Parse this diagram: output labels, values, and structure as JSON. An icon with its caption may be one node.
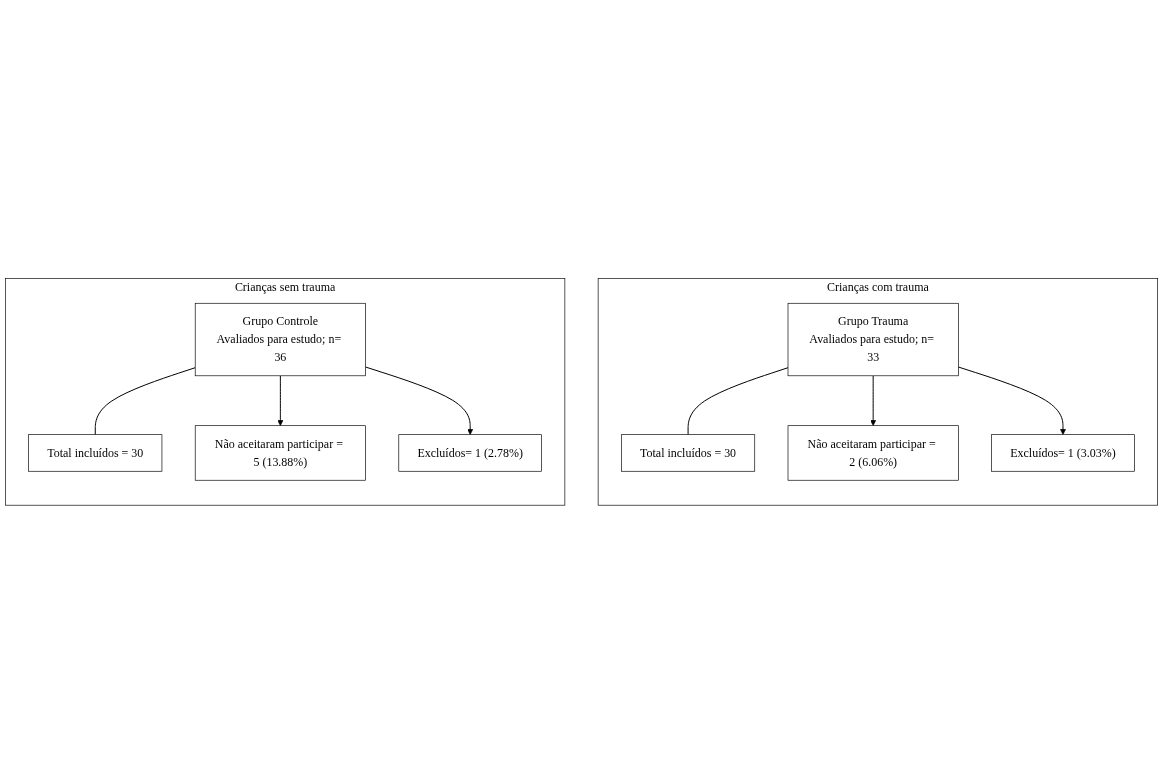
{
  "diagram": {
    "nodes": [
      {
        "text": [
          "Crianças com trauma"
        ]
      },
      {
        "text": [
          "Grupo Trauma",
          "Avaliados para estudo; n= 33"
        ],
        "in": 0
      },
      {
        "text": [
          "Não aceitaram participar = 2 (6.06%)"
        ],
        "in": 0
      },
      {
        "text": [
          "Excluídos= 1 (3.03%)"
        ],
        "in": 0
      },
      {
        "text": [
          "Total incluídos = 30"
        ],
        "in": 0
      },
      {
        "text": [
          "Crianças sem trauma"
        ]
      },
      {
        "text": [
          "Grupo Controle",
          "Avaliados para estudo; n= 36"
        ],
        "in": 5
      },
      {
        "text": [
          "Não aceitaram participar = 5 (13.88%)"
        ],
        "in": 5
      },
      {
        "text": [
          "Excluídos= 1 (2.78%)"
        ],
        "in": 5
      },
      {
        "text": [
          "Total incluídos = 30"
        ],
        "in": 5
      }
    ],
    "edges": [
      {
        "from": 1,
        "to": 4,
        "arrow": "none"
      },
      {
        "from": 1,
        "to": 2,
        "arrow": "to"
      },
      {
        "from": 1,
        "to": 3,
        "arrow": "to"
      },
      {
        "from": 6,
        "to": 9,
        "arrow": "none"
      },
      {
        "from": 6,
        "to": 7,
        "arrow": "to"
      },
      {
        "from": 6,
        "to": 8,
        "arrow": "to"
      }
    ]
  }
}
